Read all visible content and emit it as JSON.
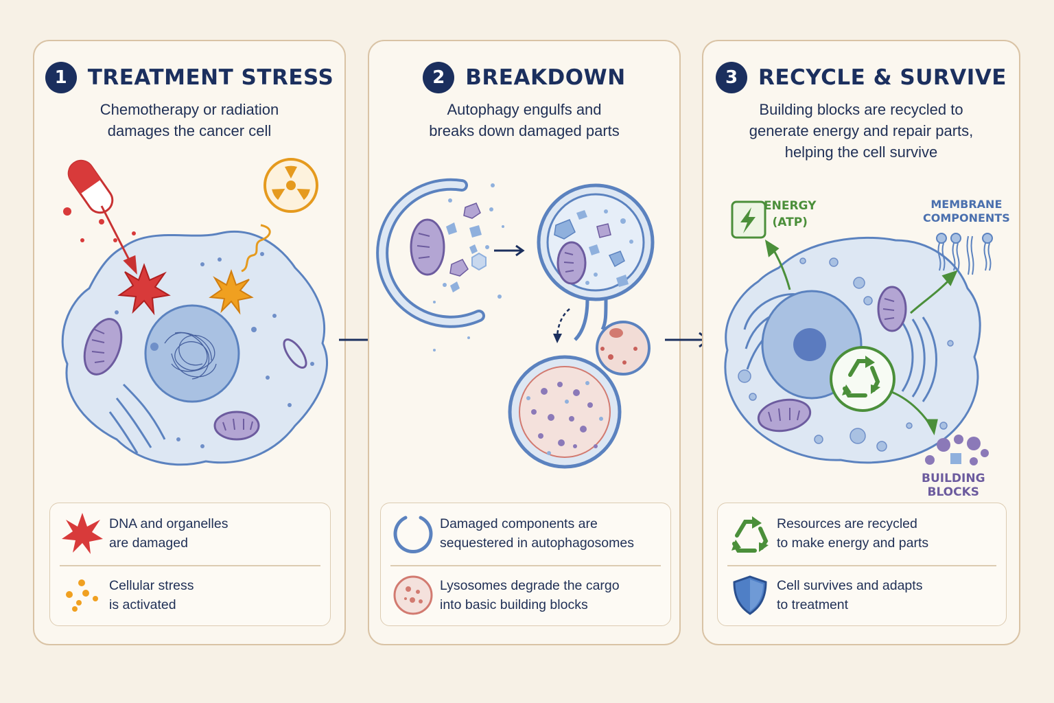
{
  "panels": [
    {
      "number": "1",
      "title": "TREATMENT STRESS",
      "description": [
        "Chemotherapy or radiation",
        "damages the cancer cell"
      ],
      "info": [
        {
          "icon": "burst-icon",
          "lines": [
            "DNA and organelles",
            "are damaged"
          ]
        },
        {
          "icon": "dots-icon",
          "lines": [
            "Cellular stress",
            "is activated"
          ]
        }
      ]
    },
    {
      "number": "2",
      "title": "BREAKDOWN",
      "description": [
        "Autophagy engulfs and",
        "breaks down damaged parts"
      ],
      "info": [
        {
          "icon": "ring-icon",
          "lines": [
            "Damaged components are",
            "sequestered in autophagosomes"
          ]
        },
        {
          "icon": "lysosome-icon",
          "lines": [
            "Lysosomes degrade the cargo",
            "into basic building blocks"
          ]
        }
      ]
    },
    {
      "number": "3",
      "title": "RECYCLE & SURVIVE",
      "description": [
        "Building blocks are recycled to",
        "generate energy and repair parts,",
        "helping the cell survive"
      ],
      "labels": {
        "energy": [
          "ENERGY",
          "(ATP)"
        ],
        "membrane": [
          "MEMBRANE",
          "COMPONENTS"
        ],
        "building": [
          "BUILDING",
          "BLOCKS"
        ]
      },
      "info": [
        {
          "icon": "recycle-icon",
          "lines": [
            "Resources are recycled",
            "to make energy and parts"
          ]
        },
        {
          "icon": "shield-icon",
          "lines": [
            "Cell survives and adapts",
            "to treatment"
          ]
        }
      ]
    }
  ],
  "colors": {
    "navy": "#1b2f5e",
    "cell_fill": "#dde7f3",
    "cell_edge": "#5b82bf",
    "red": "#d83a3a",
    "orange": "#f0a020",
    "green": "#4b8f3a",
    "purple": "#8b79b8"
  }
}
